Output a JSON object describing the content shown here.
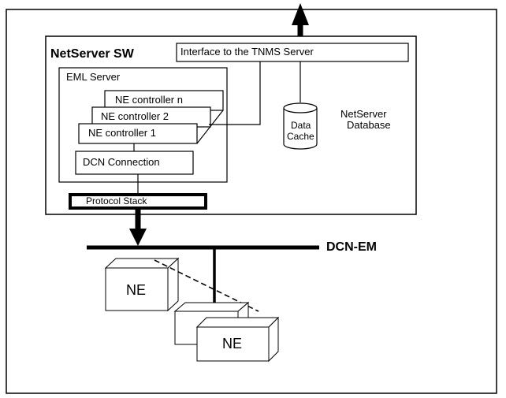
{
  "diagram": {
    "netserver_title": "NetServer SW",
    "interface_label": "Interface to the TNMS Server",
    "eml_server_label": "EML Server",
    "ne_controllers": [
      "NE controller n",
      "NE controller 2",
      "NE controller 1"
    ],
    "dcn_connection_label": "DCN Connection",
    "protocol_stack_label": "Protocol Stack",
    "data_cache_label": [
      "Data",
      "Cache"
    ],
    "netserver_database_label": [
      "NetServer",
      "Database"
    ],
    "dcn_em_label": "DCN-EM",
    "ne_labels": [
      "NE",
      "NE"
    ]
  }
}
